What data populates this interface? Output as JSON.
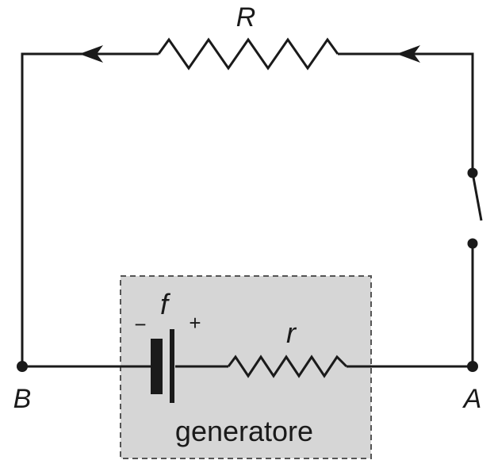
{
  "labels": {
    "R": "R",
    "r": "r",
    "f": "f",
    "minus": "−",
    "plus": "+",
    "A": "A",
    "B": "B",
    "generator_box": "generatore"
  },
  "colors": {
    "wire": "#1a1a1a",
    "box_fill": "#d6d6d6",
    "box_border": "#555555",
    "background": "#ffffff"
  }
}
